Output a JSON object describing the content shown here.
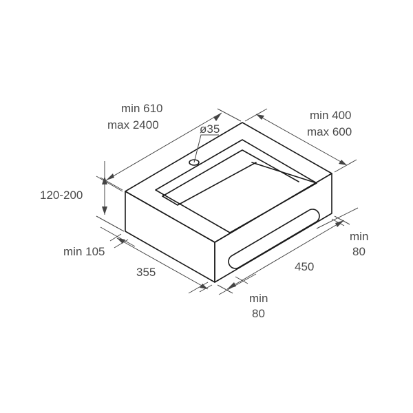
{
  "dimensions": {
    "length_min": "min 610",
    "length_max": "max 2400",
    "depth_min": "min 400",
    "depth_max": "max 600",
    "hole_diameter": "ø35",
    "height_range": "120-200",
    "front_min": "min 105",
    "basin_width": "355",
    "basin_depth": "450",
    "right_margin_a": "min",
    "right_margin_b": "80",
    "bottom_margin_a": "min",
    "bottom_margin_b": "80"
  }
}
